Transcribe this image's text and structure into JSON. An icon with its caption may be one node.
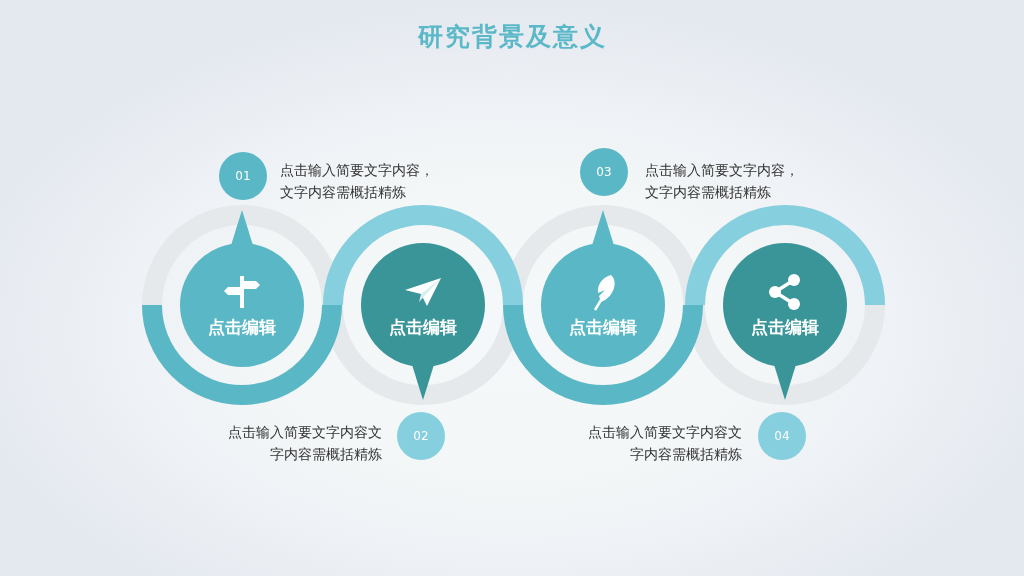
{
  "diagram": {
    "title": "研究背景及意义",
    "nodes": [
      {
        "text": [
          "01"
        ],
        "beside": [
          "点击输入简要文字内容，文字内容需概括精炼"
        ]
      },
      {
        "text": [
          "点击编辑"
        ]
      },
      {
        "text": [
          "点击编辑"
        ]
      },
      {
        "text": [
          "02"
        ],
        "beside": [
          "点击输入简要文字内容文字内容需概括精炼"
        ]
      },
      {
        "text": [
          "03"
        ],
        "beside": [
          "点击输入简要文字内容，文字内容需概括精炼"
        ]
      },
      {
        "text": [
          "点击编辑"
        ]
      },
      {
        "text": [
          "点击编辑"
        ]
      },
      {
        "text": [
          "04"
        ],
        "beside": [
          "点击输入简要文字内容文字内容需概括精炼"
        ]
      }
    ]
  }
}
